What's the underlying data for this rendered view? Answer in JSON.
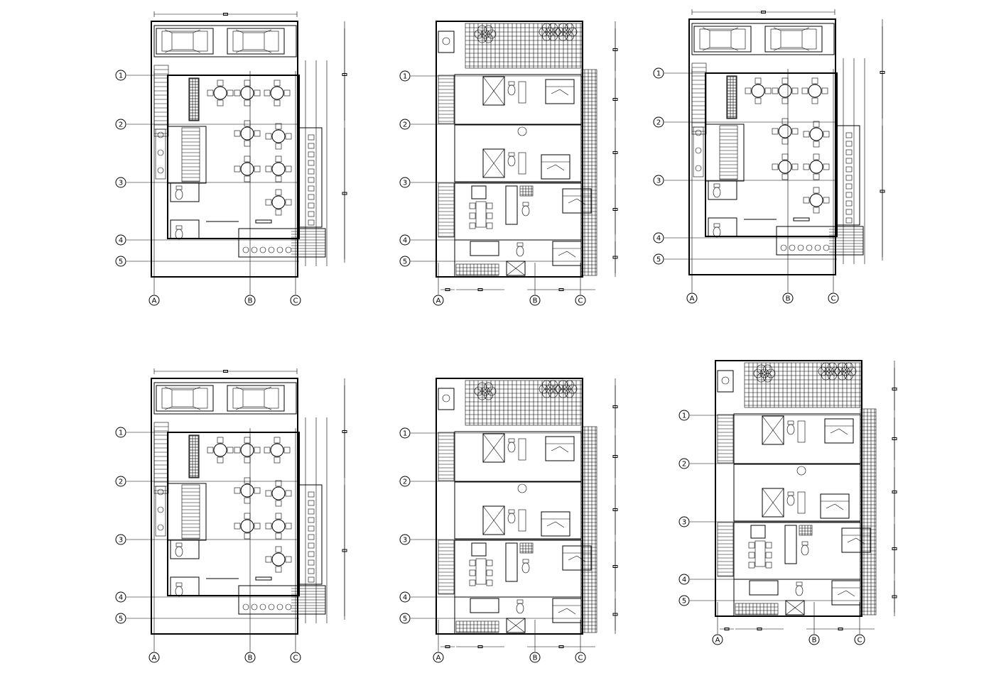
{
  "sheet": {
    "colors": {
      "ink": "#000000",
      "paper": "#ffffff",
      "hatch": "#000000"
    }
  },
  "plans": [
    {
      "kind": "restaurant",
      "row_labels": [
        "1",
        "2",
        "3",
        "4",
        "5"
      ],
      "col_labels": [
        "A",
        "B",
        "C"
      ]
    },
    {
      "kind": "apartment",
      "row_labels": [
        "1",
        "2",
        "3",
        "4",
        "5"
      ],
      "col_labels": [
        "A",
        "B",
        "C"
      ]
    },
    {
      "kind": "restaurant",
      "row_labels": [
        "1",
        "2",
        "3",
        "4",
        "5"
      ],
      "col_labels": [
        "A",
        "B",
        "C"
      ]
    },
    {
      "kind": "restaurant",
      "row_labels": [
        "1",
        "2",
        "3",
        "4",
        "5"
      ],
      "col_labels": [
        "A",
        "B",
        "C"
      ]
    },
    {
      "kind": "apartment",
      "row_labels": [
        "1",
        "2",
        "3",
        "4",
        "5"
      ],
      "col_labels": [
        "A",
        "B",
        "C"
      ]
    },
    {
      "kind": "apartment",
      "row_labels": [
        "1",
        "2",
        "3",
        "4",
        "5"
      ],
      "col_labels": [
        "A",
        "B",
        "C"
      ]
    }
  ],
  "icons": {
    "car": "car-icon",
    "table": "dining-table-icon",
    "chair": "chair-icon",
    "bed": "bed-icon",
    "toilet": "toilet-icon",
    "plant": "plant-icon",
    "stair": "stair-icon",
    "grid-marker": "grid-bubble-icon"
  }
}
